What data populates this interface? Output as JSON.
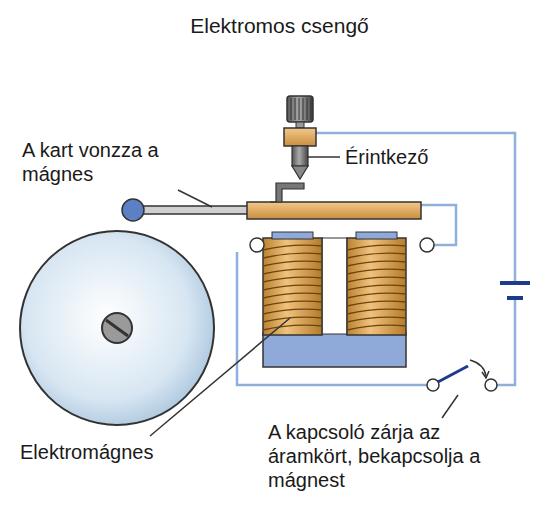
{
  "diagram": {
    "title": "Elektromos csengő",
    "labels": [
      "A kart vonzza a mágnes",
      "Érintkező",
      "Elektromágnes",
      "A kapcsoló zárja az áramkört, bekapcsolja a mágnest"
    ]
  }
}
